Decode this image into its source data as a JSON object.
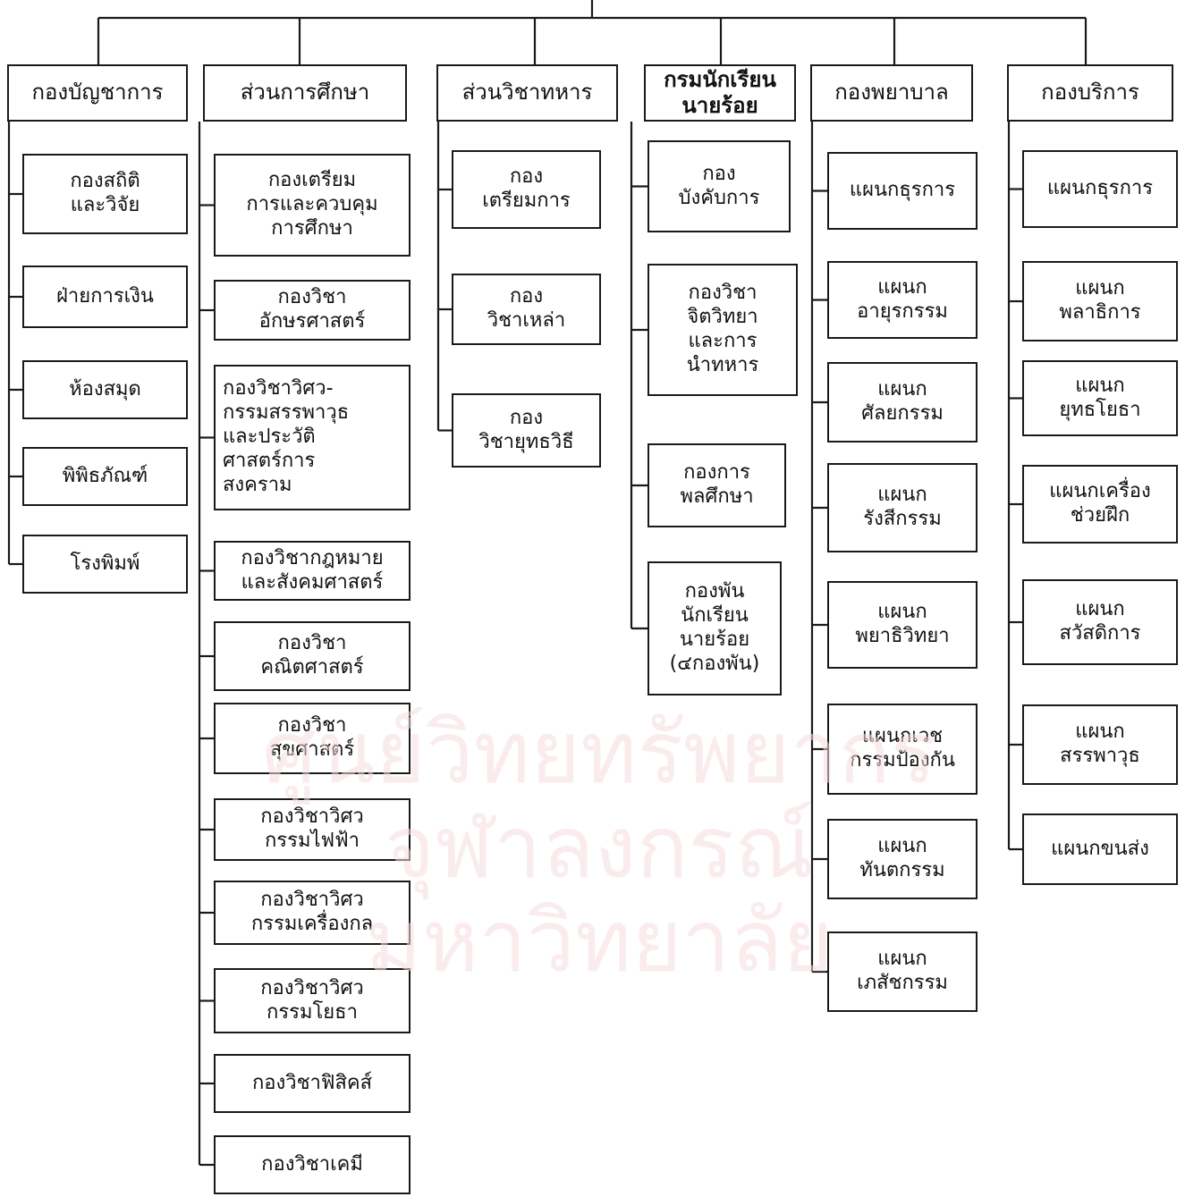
{
  "watermark": "ศูนย์วิทยทรัพยากร\nจุฬาลงกรณ์มหาวิทยาลัย",
  "columns": [
    {
      "header": "กองบัญชาการ",
      "items": [
        "กองสถิติ\nและวิจัย",
        "ฝ่ายการเงิน",
        "ห้องสมุด",
        "พิพิธภัณฑ์",
        "โรงพิมพ์"
      ]
    },
    {
      "header": "ส่วนการศึกษา",
      "items": [
        "กองเตรียม\nการและควบคุม\nการศึกษา",
        "กองวิชา\nอักษรศาสตร์",
        "กองวิชาวิศว-\nกรรมสรรพาวุธ\nและประวัติ\nศาสตร์การ\nสงคราม",
        "กองวิชากฎหมาย\nและสังคมศาสตร์",
        "กองวิชา\nคณิตศาสตร์",
        "กองวิชา\nสุขศาสตร์",
        "กองวิชาวิศว\nกรรมไฟฟ้า",
        "กองวิชาวิศว\nกรรมเครื่องกล",
        "กองวิชาวิศว\nกรรมโยธา",
        "กองวิชาฟิสิคส์",
        "กองวิชาเคมี"
      ]
    },
    {
      "header": "ส่วนวิชาทหาร",
      "items": [
        "กอง\nเตรียมการ",
        "กอง\nวิชาเหล่า",
        "กอง\nวิชายุทธวิธี"
      ]
    },
    {
      "header": "กรมนักเรียน\nนายร้อย",
      "items": [
        "กอง\nบังคับการ",
        "กองวิชา\nจิตวิทยา\nและการ\nนำทหาร",
        "กองการ\nพลศึกษา",
        "กองพัน\nนักเรียน\nนายร้อย\n(๔กองพัน)"
      ]
    },
    {
      "header": "กองพยาบาล",
      "items": [
        "แผนกธุรการ",
        "แผนก\nอายุรกรรม",
        "แผนก\nศัลยกรรม",
        "แผนก\nรังสีกรรม",
        "แผนก\nพยาธิวิทยา",
        "แผนกเวช\nกรรมป้องกัน",
        "แผนก\nทันตกรรม",
        "แผนก\nเภสัชกรรม"
      ]
    },
    {
      "header": "กองบริการ",
      "items": [
        "แผนกธุรการ",
        "แผนก\nพลาธิการ",
        "แผนก\nยุทธโยธา",
        "แผนกเครื่อง\nช่วยฝึก",
        "แผนก\nสวัสดิการ",
        "แผนก\nสรรพาวุธ",
        "แผนกขนส่ง"
      ]
    }
  ]
}
